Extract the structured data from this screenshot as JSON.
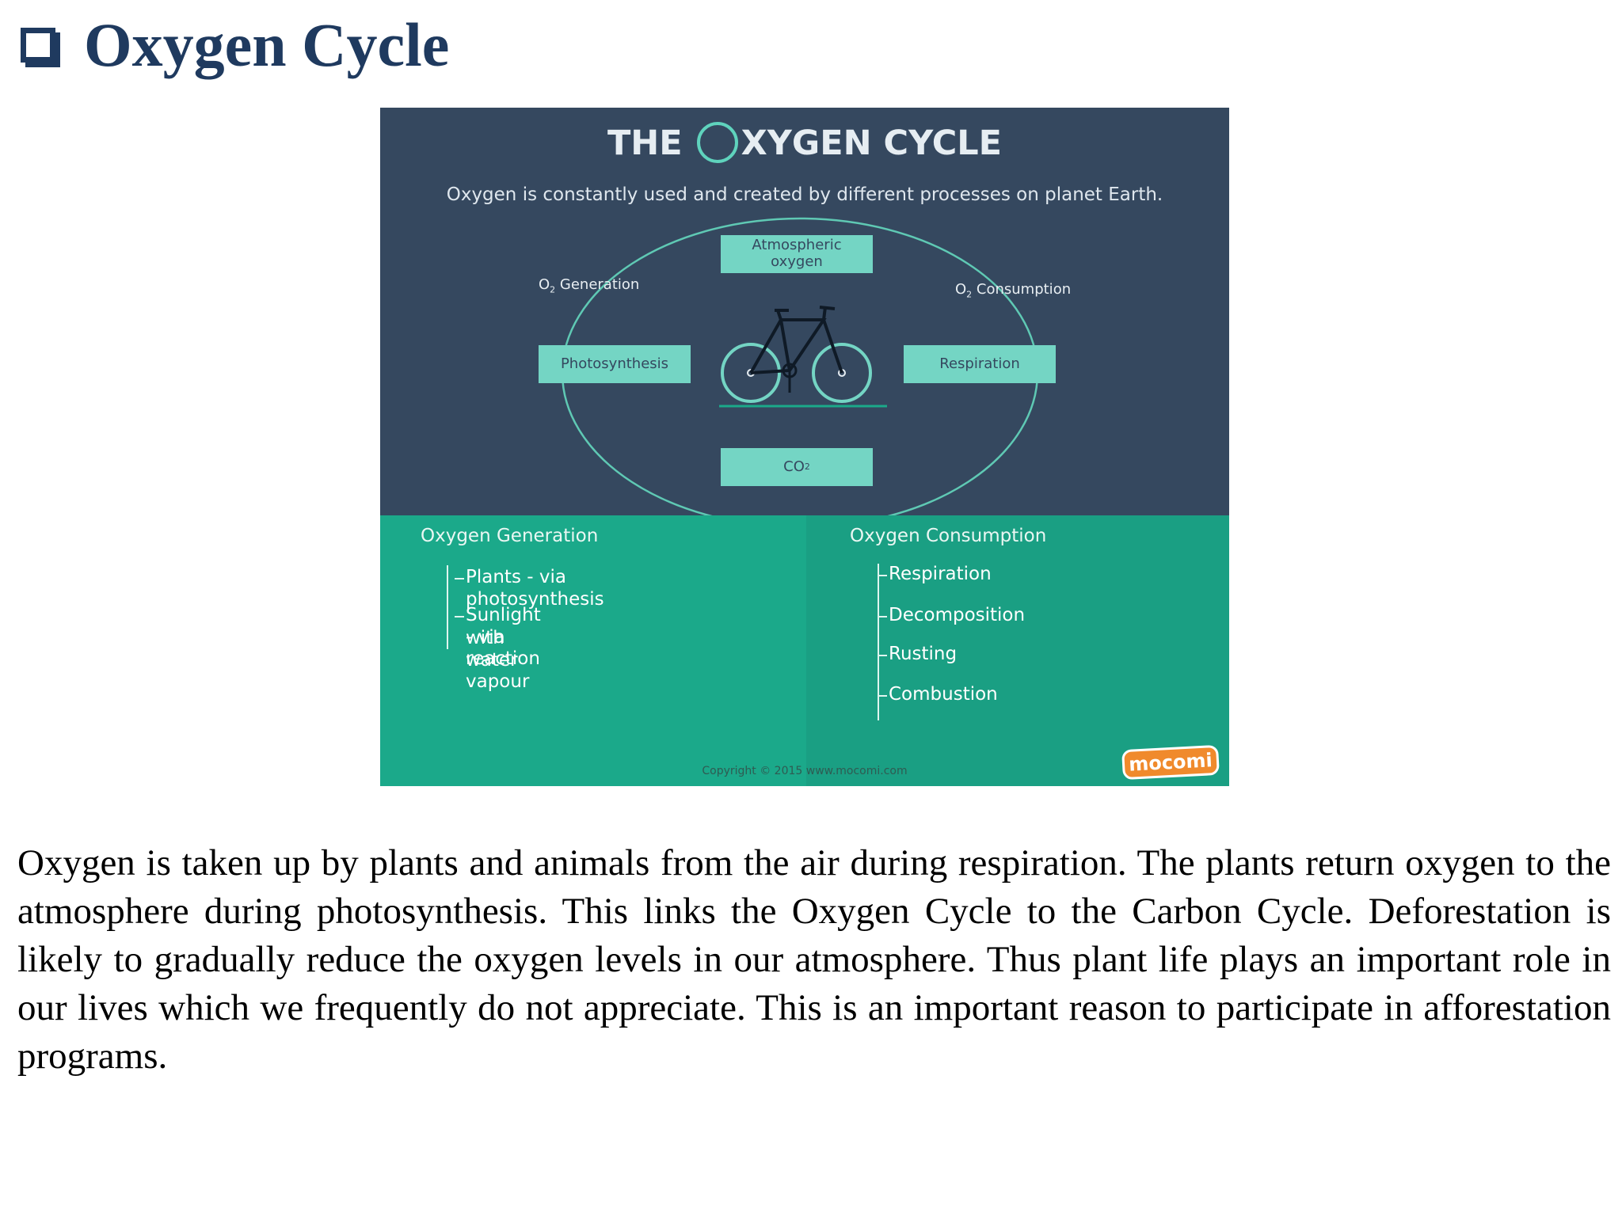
{
  "slide": {
    "title": "Oxygen Cycle",
    "body": "Oxygen is taken up by plants and animals from the air during respiration. The plants return oxygen to the atmosphere during photosynthesis. This links the Oxygen Cycle to the Carbon Cycle. Deforestation is likely to gradually reduce the oxygen levels in our atmosphere. Thus plant life plays an important role in our lives which we frequently do not appreciate. This is an important reason to participate in afforestation programs."
  },
  "infographic": {
    "title_prefix": "THE",
    "title_suffix": "XYGEN CYCLE",
    "subtitle": "Oxygen is constantly used and created by different processes on planet Earth.",
    "boxes": {
      "atmospheric": "Atmospheric oxygen",
      "photosynthesis": "Photosynthesis",
      "respiration": "Respiration",
      "co2_main": "CO",
      "co2_sub": "2"
    },
    "labels": {
      "o2_gen_o": "O",
      "o2_gen_sub": "2",
      "o2_gen_text": " Generation",
      "o2_con_o": "O",
      "o2_con_sub": "2",
      "o2_con_text": " Consumption"
    },
    "generation": {
      "heading": "Oxygen Generation",
      "items": [
        "Plants - via photosynthesis",
        "Sunlight - via reaction",
        "with water vapour"
      ]
    },
    "consumption": {
      "heading": "Oxygen Consumption",
      "items": [
        "Respiration",
        "Decomposition",
        "Rusting",
        "Combustion"
      ]
    },
    "copyright": "Copyright © 2015 www.mocomi.com",
    "logo": "mocomi",
    "colors": {
      "navy": "#35485f",
      "teal": "#1ba98a",
      "mint": "#74d5c4",
      "title": "#1f3a5f"
    }
  }
}
